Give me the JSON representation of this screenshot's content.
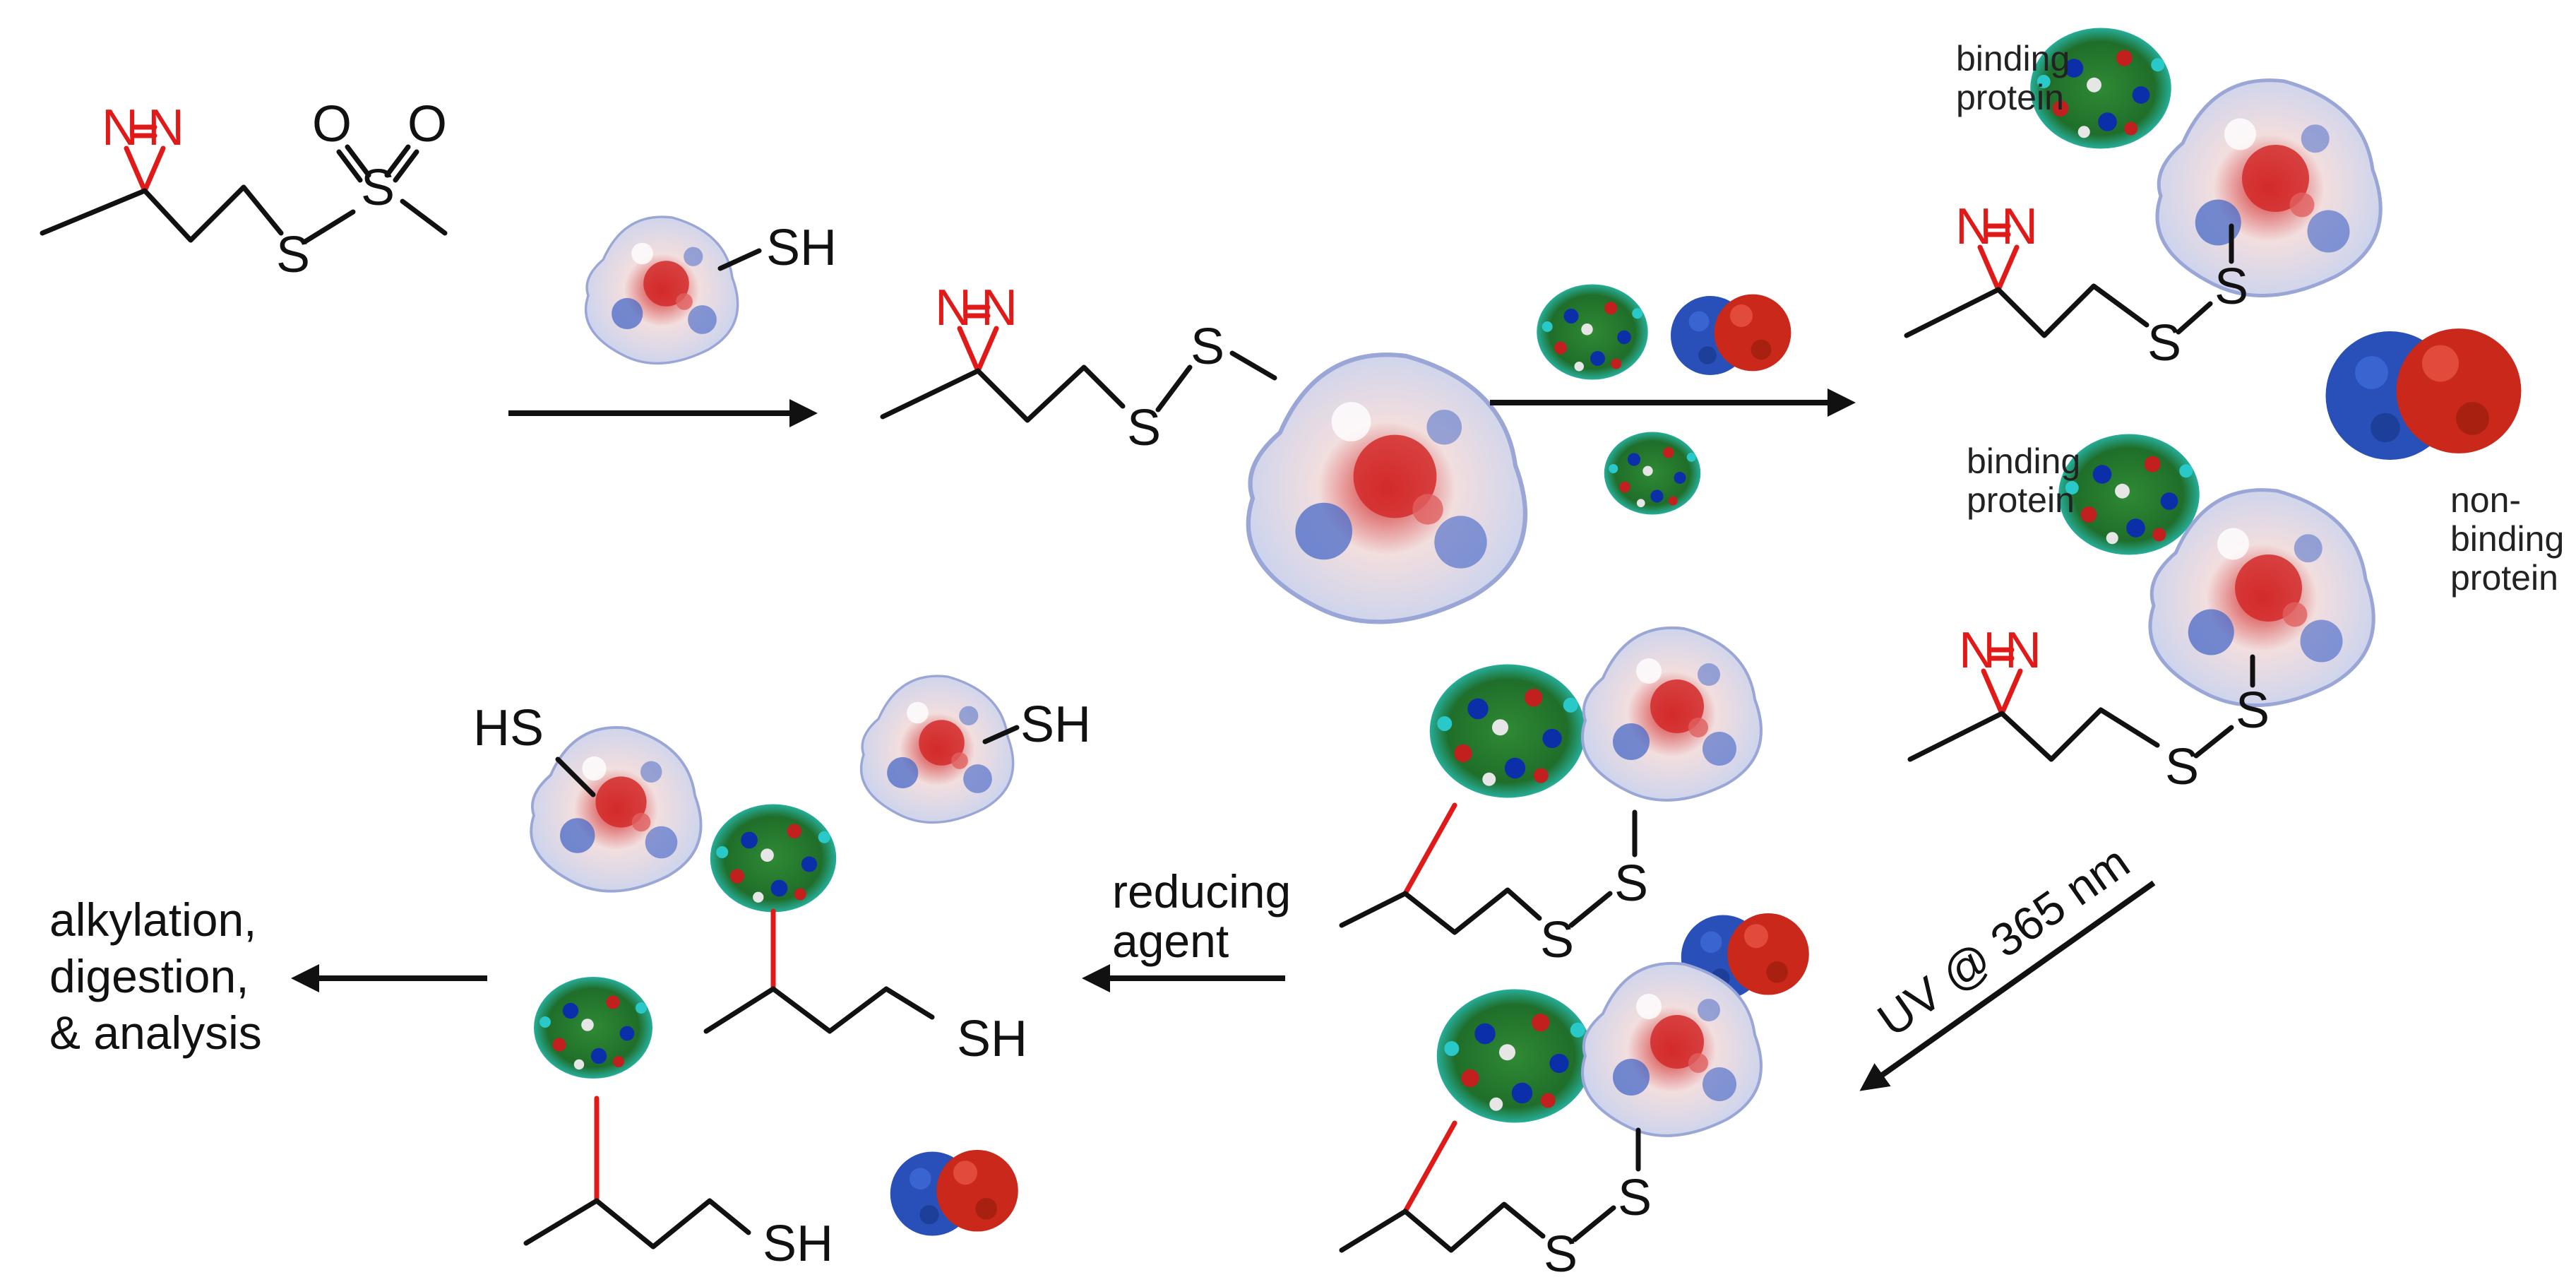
{
  "atoms": {
    "n": "N",
    "s": "S",
    "o": "O",
    "sh": "SH",
    "hs": "HS"
  },
  "protein_labels": {
    "binding_protein_line1": "binding",
    "binding_protein_line2": "protein",
    "non_binding_line1": "non-",
    "non_binding_line2": "binding",
    "non_binding_line3": "protein"
  },
  "steps": {
    "uv": "UV @ 365 nm",
    "reducing_line1": "reducing",
    "reducing_line2": "agent",
    "final_line1": "alkylation,",
    "final_line2": "digestion,",
    "final_line3": "& analysis"
  },
  "colors": {
    "diazirine": "#e01919",
    "crosslink": "#e01919",
    "bait_positive": "#d42a2a",
    "bait_negative": "#3f63c6",
    "binding_protein": "#2f8a34",
    "non_binding_blue": "#2850b8",
    "non_binding_red": "#c9281b"
  }
}
